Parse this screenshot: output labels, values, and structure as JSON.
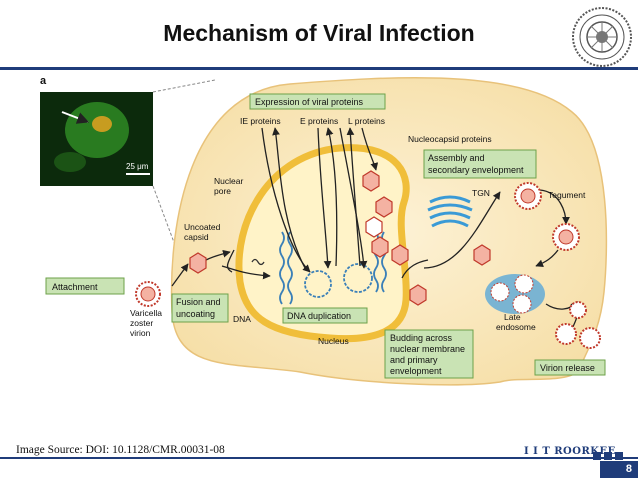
{
  "slide": {
    "title": "Mechanism of Viral Infection",
    "source": "Image Source: DOI: 10.1128/CMR.00031-08",
    "brand": "I I T ROORKEE",
    "page_number": "8"
  },
  "diagram": {
    "panel_letter": "a",
    "scale_bar": "25 μm",
    "boxes": {
      "expression": "Expression of viral proteins",
      "attachment": "Attachment",
      "fusion": [
        "Fusion and",
        "uncoating"
      ],
      "dna_dup": "DNA duplication",
      "assembly": [
        "Assembly and",
        "secondary envelopment"
      ],
      "budding": [
        "Budding across",
        "nuclear membrane",
        "and primary",
        "envelopment"
      ],
      "release": "Virion release"
    },
    "labels": {
      "ie": "IE proteins",
      "e": "E proteins",
      "l": "L proteins",
      "nucleocapsid": "Nucleocapsid proteins",
      "nuclear_pore": [
        "Nuclear",
        "pore"
      ],
      "uncoated": [
        "Uncoated",
        "capsid"
      ],
      "varicella": [
        "Varicella",
        "zoster",
        "virion"
      ],
      "dna": "DNA",
      "nucleus": "Nucleus",
      "tgn": "TGN",
      "tegument": "Tegument",
      "late_endosome": [
        "Late",
        "endosome"
      ]
    }
  }
}
